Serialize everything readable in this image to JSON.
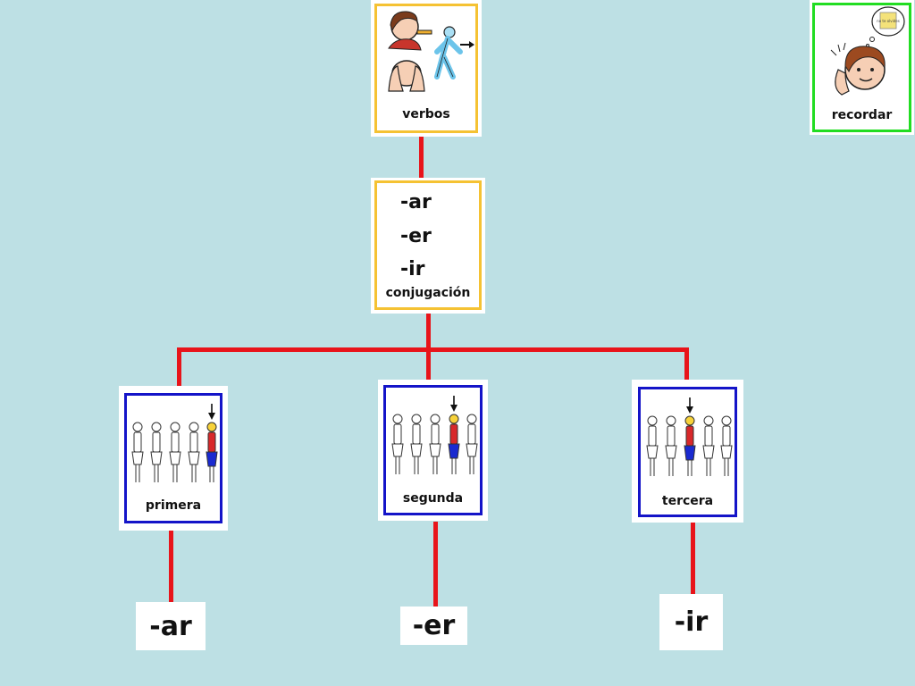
{
  "colors": {
    "background": "#bde0e4",
    "connector": "#e8141a",
    "frame_yellow": "#f5c233",
    "frame_green": "#22dd22",
    "frame_blue": "#1414c8"
  },
  "cards": {
    "verbos": {
      "label": "verbos",
      "icon": "eat-walk-actions-icon"
    },
    "recordar": {
      "label": "recordar",
      "icon": "remember-person-icon",
      "note_text": "no te olvides"
    },
    "conjugacion": {
      "label": "conjugación",
      "suffixes": [
        "-ar",
        "-er",
        "-ir"
      ]
    },
    "primera": {
      "label": "primera",
      "icon": "queue-first-icon"
    },
    "segunda": {
      "label": "segunda",
      "icon": "queue-second-icon"
    },
    "tercera": {
      "label": "tercera",
      "icon": "queue-third-icon"
    }
  },
  "results": {
    "ar": "-ar",
    "er": "-er",
    "ir": "-ir"
  }
}
